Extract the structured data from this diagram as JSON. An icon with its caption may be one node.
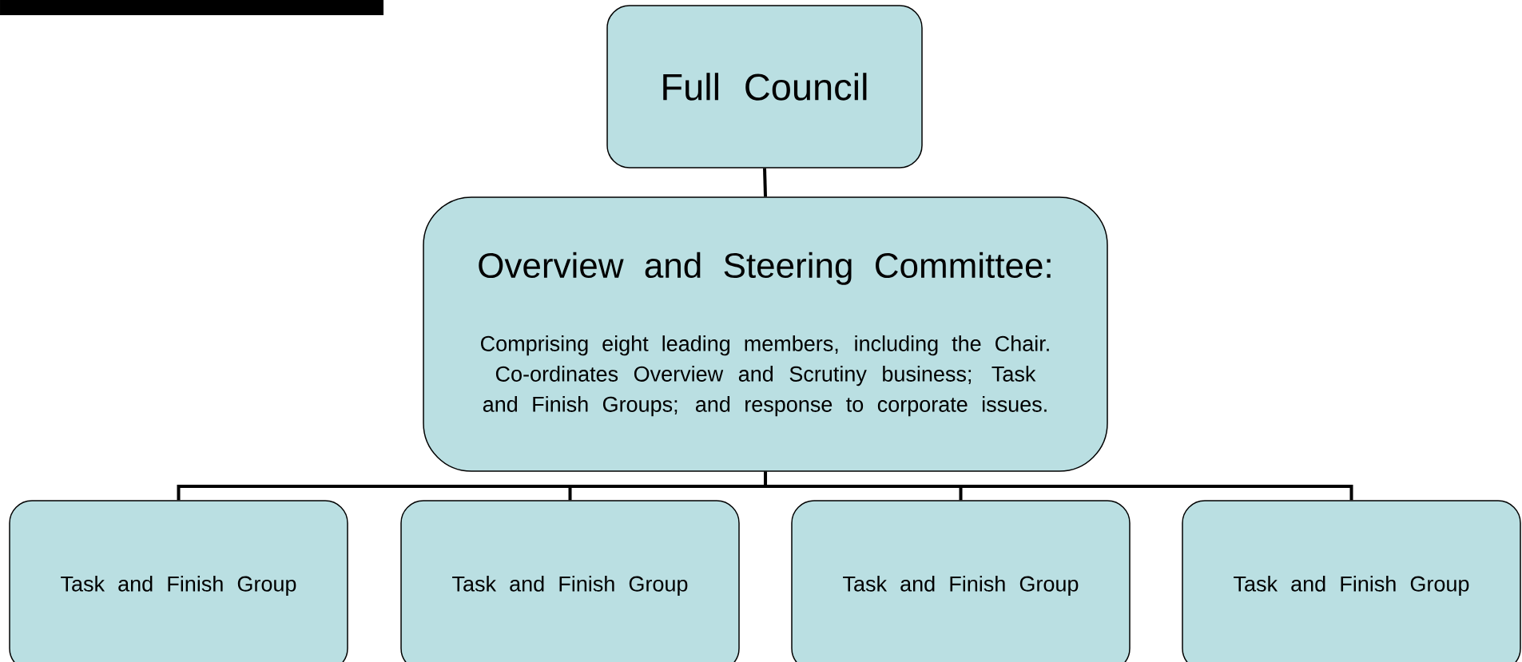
{
  "diagram": {
    "nodes": [
      {
        "text": [
          "Full Council"
        ]
      },
      {
        "text": [
          "Overview and Steering Committee:",
          "Comprising eight leading members, including the Chair. Co-ordinates Overview and Scrutiny business; Task and Finish Groups; and response to corporate issues."
        ]
      },
      {
        "text": [
          "Task and Finish Group"
        ]
      },
      {
        "text": [
          "Task and Finish Group"
        ]
      },
      {
        "text": [
          "Task and Finish Group"
        ]
      },
      {
        "text": [
          "Task and Finish Group"
        ]
      }
    ],
    "edges": [
      {
        "from": 0,
        "to": 1,
        "arrow": "none"
      },
      {
        "from": 1,
        "to": 2,
        "arrow": "none"
      },
      {
        "from": 1,
        "to": 3,
        "arrow": "none"
      },
      {
        "from": 1,
        "to": 4,
        "arrow": "none"
      },
      {
        "from": 1,
        "to": 5,
        "arrow": "none"
      }
    ]
  }
}
